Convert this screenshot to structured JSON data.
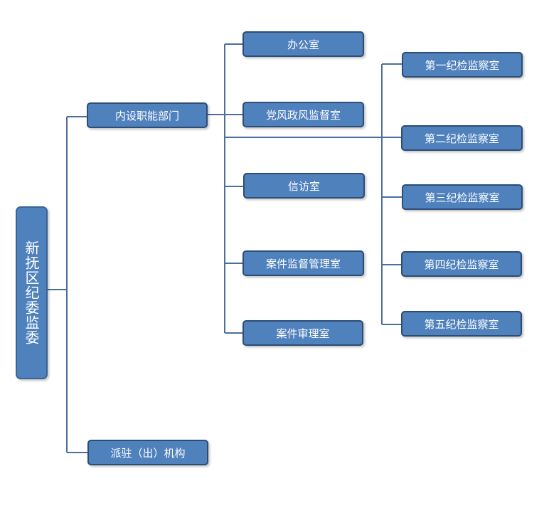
{
  "root": {
    "label": "新抚区纪委监委"
  },
  "level1": {
    "internal_depts": "内设职能部门",
    "dispatched": "派驻（出）机构"
  },
  "depts": [
    "办公室",
    "党风政风监督室",
    "信访室",
    "案件监督管理室",
    "案件审理室"
  ],
  "rooms": [
    "第一纪检监察室",
    "第二纪检监察室",
    "第三纪检监察室",
    "第四纪检监察室",
    "第五纪检监察室"
  ],
  "colors": {
    "node_fill": "#4f81bd",
    "node_border": "#2c4d75",
    "connector": "#4a6f9c",
    "text": "#ffffff"
  }
}
